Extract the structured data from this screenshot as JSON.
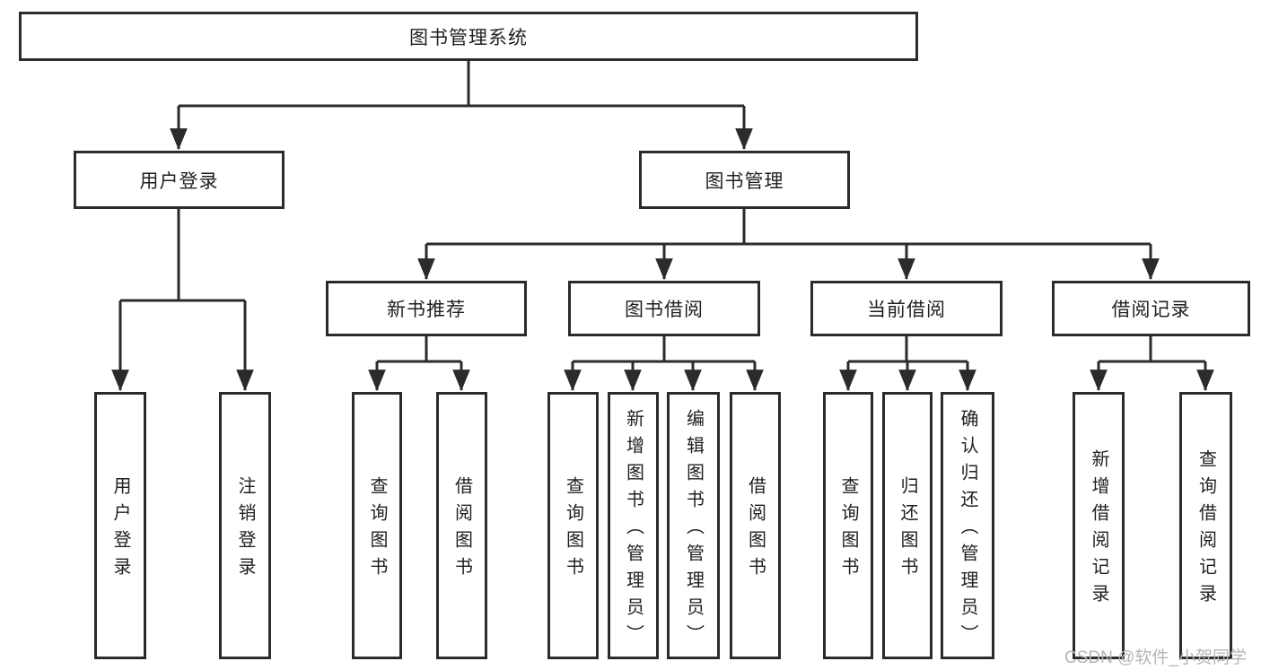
{
  "diagram": {
    "root": "图书管理系统",
    "branches": [
      {
        "label": "用户登录",
        "children": [
          {
            "label": "用户登录"
          },
          {
            "label": "注销登录"
          }
        ]
      },
      {
        "label": "图书管理",
        "children": [
          {
            "label": "新书推荐",
            "children": [
              {
                "label": "查询图书"
              },
              {
                "label": "借阅图书"
              }
            ]
          },
          {
            "label": "图书借阅",
            "children": [
              {
                "label": "查询图书"
              },
              {
                "label": "新增图书（管理员）"
              },
              {
                "label": "编辑图书（管理员）"
              },
              {
                "label": "借阅图书"
              }
            ]
          },
          {
            "label": "当前借阅",
            "children": [
              {
                "label": "查询图书"
              },
              {
                "label": "归还图书"
              },
              {
                "label": "确认归还（管理员）"
              }
            ]
          },
          {
            "label": "借阅记录",
            "children": [
              {
                "label": "新增借阅记录"
              },
              {
                "label": "查询借阅记录"
              }
            ]
          }
        ]
      }
    ]
  },
  "colors": {
    "line": "#2b2b2b",
    "box_border": "#2b2b2b",
    "text": "#1f1f1f",
    "watermark": "#b5b5b5"
  },
  "watermark": {
    "text": "CSDN @软件_小贺同学"
  }
}
